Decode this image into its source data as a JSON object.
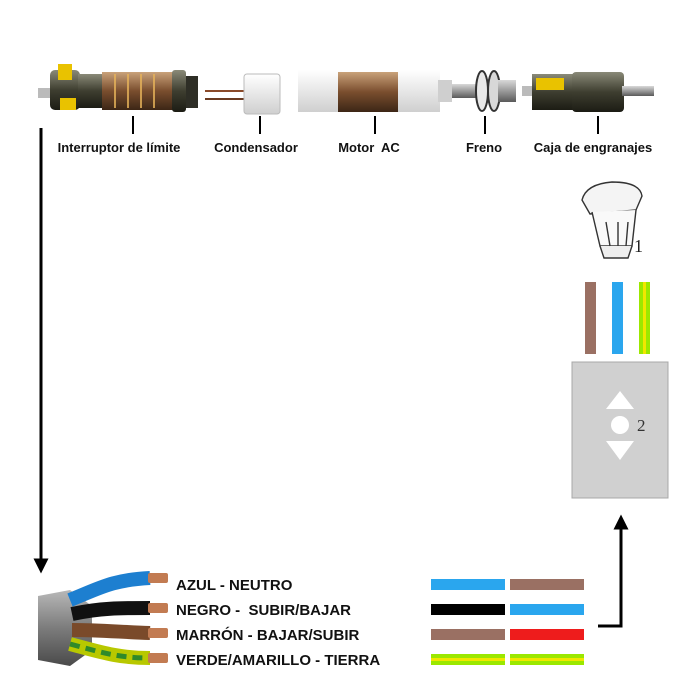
{
  "components": [
    {
      "id": "limit",
      "label": "Interruptor de límite"
    },
    {
      "id": "cond",
      "label": "Condensador"
    },
    {
      "id": "motor",
      "label": "Motor  AC"
    },
    {
      "id": "brake",
      "label": "Freno"
    },
    {
      "id": "gear",
      "label": "Caja de engranajes"
    }
  ],
  "plug_number": "1",
  "switch_number": "2",
  "plug_wire_colors": [
    "#9a7063",
    "#2aa6ee",
    "#9be800"
  ],
  "wires": [
    {
      "label": "AZUL - NEUTRO",
      "color_left": "#2aa6ee",
      "color_right": "#9a7063"
    },
    {
      "label": "NEGRO -  SUBIR/BAJAR",
      "color_left": "#000000",
      "color_right": "#2aa6ee"
    },
    {
      "label": "MARRÓN - BAJAR/SUBIR",
      "color_left": "#9a7063",
      "color_right": "#ee1c1c"
    },
    {
      "label": "VERDE/AMARILLO - TIERRA",
      "color_left": "#9be800",
      "color_right": "#9be800",
      "stripe": "#f2e600"
    }
  ],
  "switch_icons": [
    "arrow-up-icon",
    "stop-circle-icon",
    "arrow-down-icon"
  ]
}
